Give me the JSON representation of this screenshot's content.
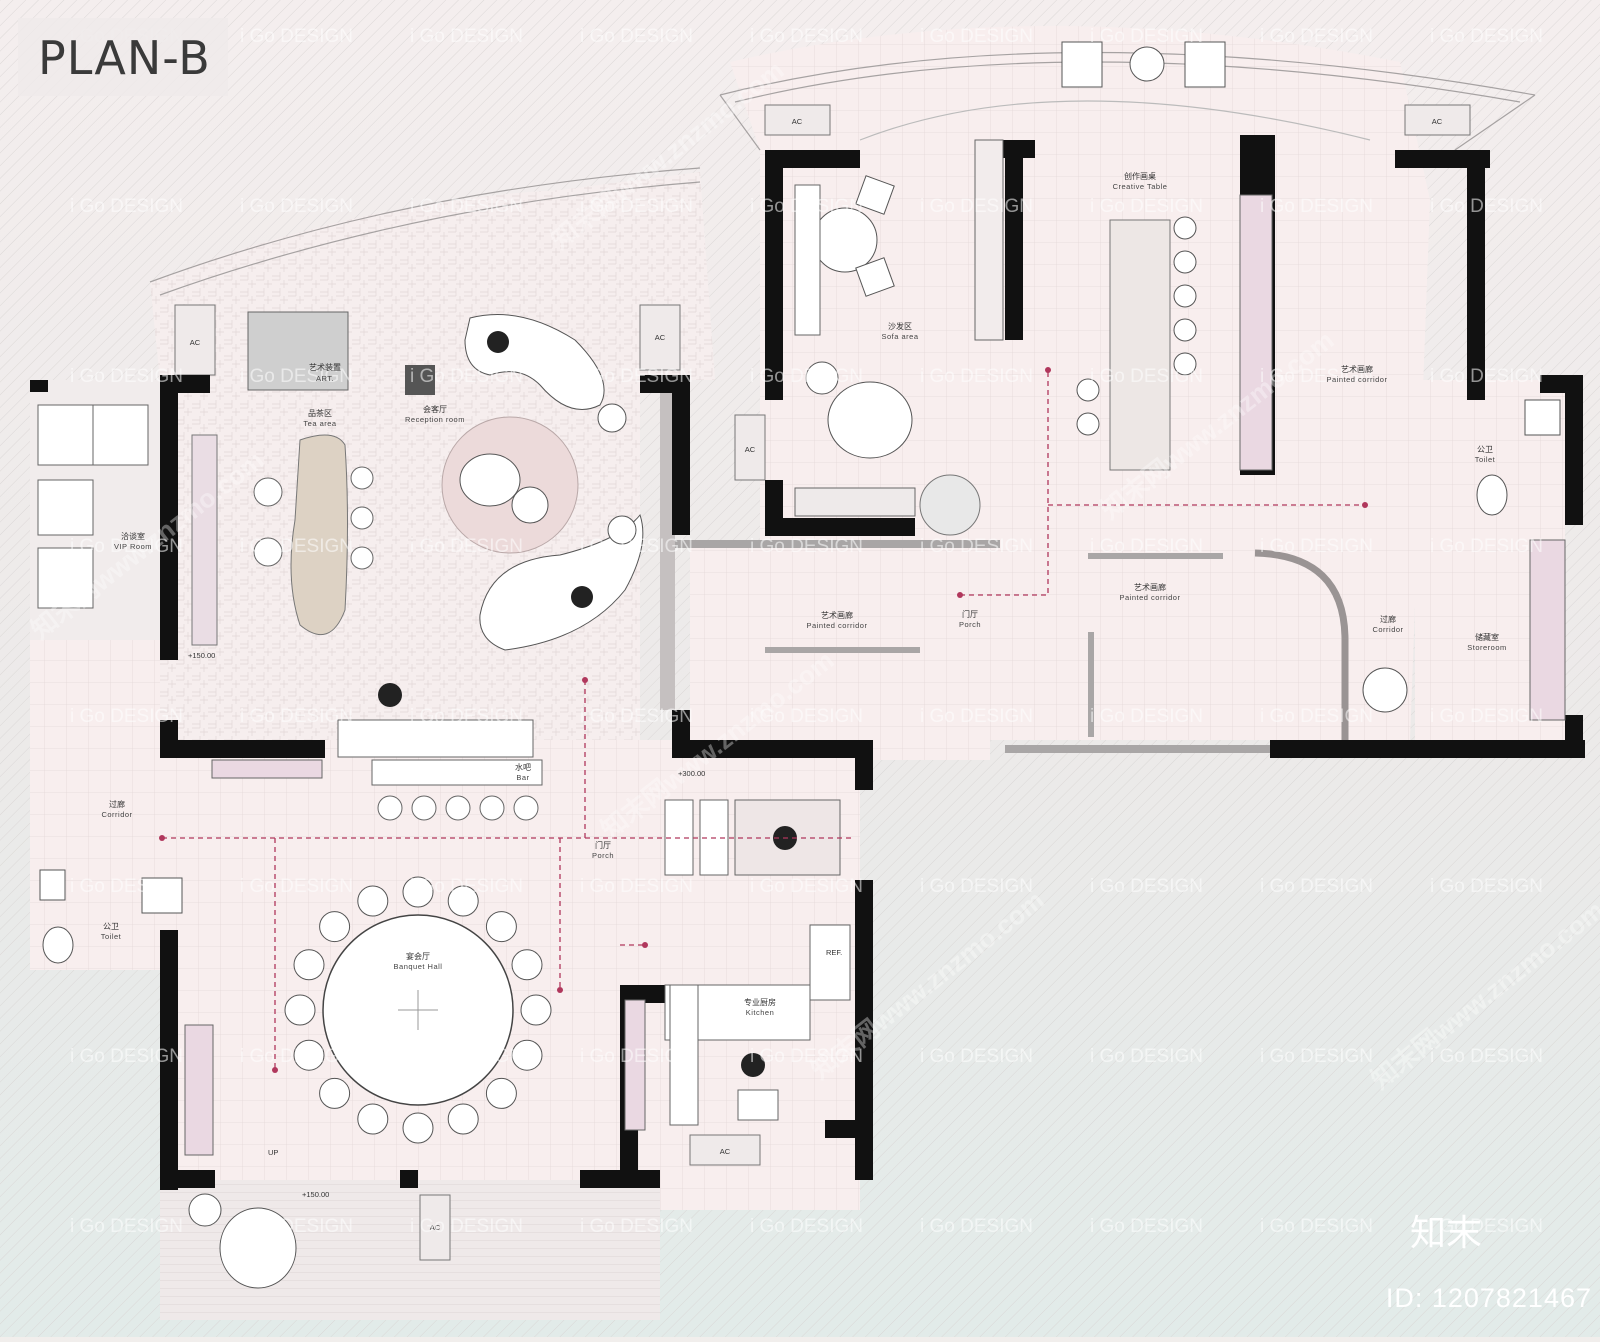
{
  "title": "PLAN-B",
  "rooms": {
    "vip_room": {
      "zh": "洽谈室",
      "en": "VIP Room"
    },
    "tea_area": {
      "zh": "品茶区",
      "en": "Tea area"
    },
    "art_installation": {
      "zh": "艺术装置",
      "en": "ART."
    },
    "reception_room": {
      "zh": "会客厅",
      "en": "Reception room"
    },
    "sofa_area": {
      "zh": "沙发区",
      "en": "Sofa area"
    },
    "creative_table": {
      "zh": "创作画桌",
      "en": "Creative Table"
    },
    "painted_corridor_right": {
      "zh": "艺术画廊",
      "en": "Painted corridor"
    },
    "painted_corridor_mid": {
      "zh": "艺术画廊",
      "en": "Painted corridor"
    },
    "painted_corridor_center": {
      "zh": "艺术画廊",
      "en": "Painted corridor"
    },
    "porch_upper": {
      "zh": "门厅",
      "en": "Porch"
    },
    "corridor_right": {
      "zh": "过廊",
      "en": "Corridor"
    },
    "toilet_right": {
      "zh": "公卫",
      "en": "Toilet"
    },
    "storeroom": {
      "zh": "储藏室",
      "en": "Storeroom"
    },
    "bar": {
      "zh": "水吧",
      "en": "Bar"
    },
    "corridor_left": {
      "zh": "过廊",
      "en": "Corridor"
    },
    "porch_lower": {
      "zh": "门厅",
      "en": "Porch"
    },
    "toilet_left": {
      "zh": "公卫",
      "en": "Toilet"
    },
    "banquet_hall": {
      "zh": "宴会厅",
      "en": "Banquet Hall"
    },
    "kitchen": {
      "zh": "专业厨房",
      "en": "Kitchen"
    }
  },
  "levels": {
    "tea_level": "+150.00",
    "entry_level": "+300.00",
    "terrace_level": "+150.00"
  },
  "marks": {
    "ac": "AC",
    "up": "UP",
    "ref": "REF."
  },
  "watermark": {
    "text": "i Go DESIGN",
    "site": "知末网www.znzmo.com"
  },
  "brand": "知末",
  "image_id": "ID: 1207821467",
  "colors": {
    "wall": "#111111",
    "floor": "#f6efee",
    "accent": "#c9b5c3",
    "dim_line": "#b0375c"
  }
}
